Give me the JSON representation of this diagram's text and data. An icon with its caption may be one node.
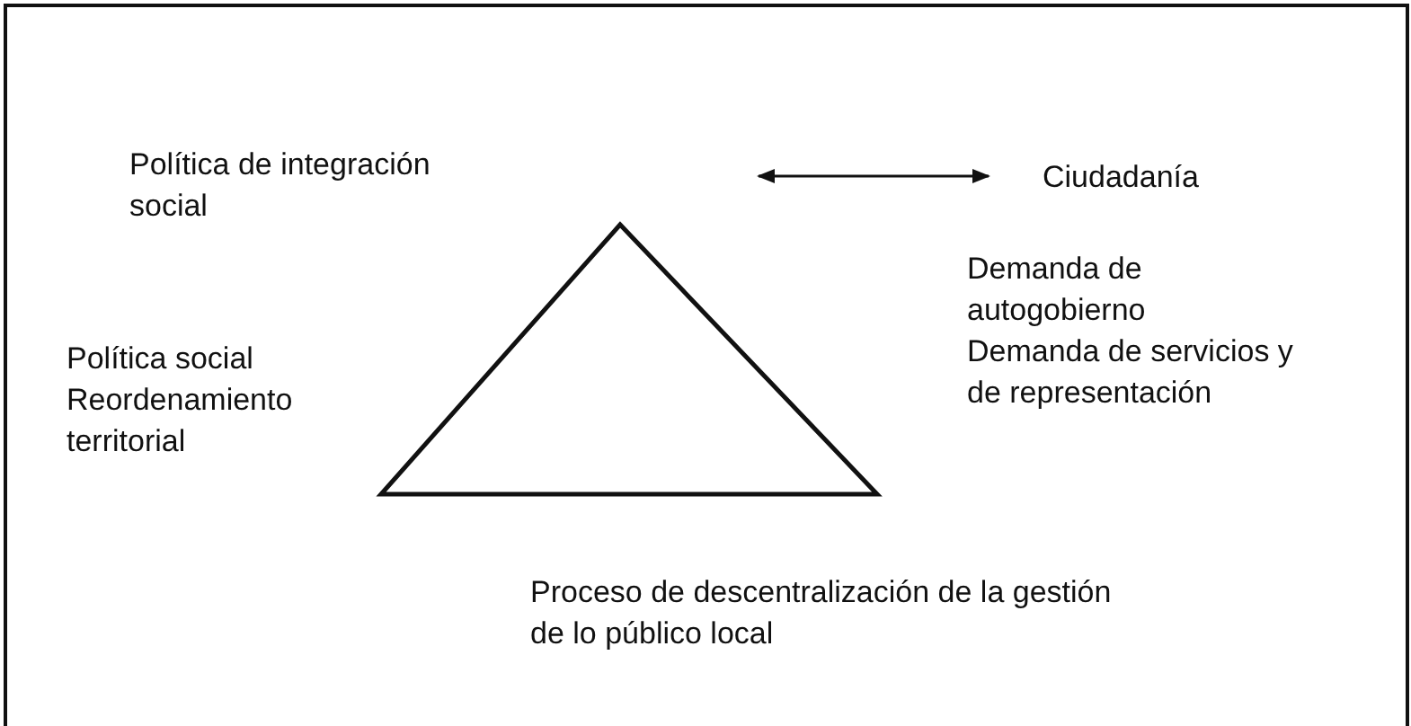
{
  "diagram": {
    "nodes": [
      {
        "text": [
          "Política de integración social"
        ]
      },
      {
        "text": [
          "Ciudadanía"
        ]
      }
    ],
    "edges": [
      {
        "from": 0,
        "to": 1,
        "arrow": "both"
      }
    ],
    "labels": [
      "Demanda de autogobierno",
      "Demanda de servicios y de representación",
      "Política social",
      "Reordenamiento territorial",
      "Proceso de descentralización de la gestión de lo público local"
    ]
  }
}
